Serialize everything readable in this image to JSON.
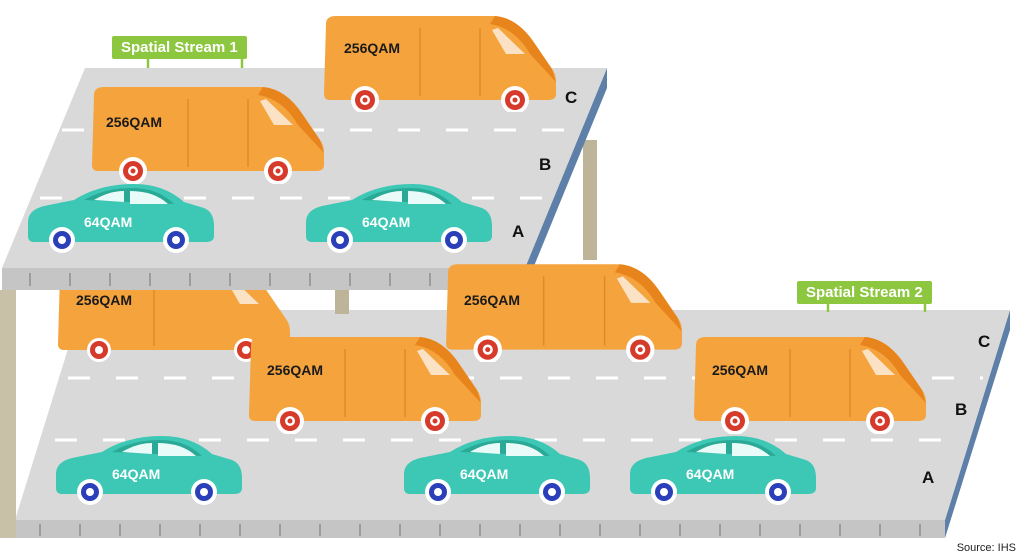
{
  "upper_deck": {
    "stream_label": "Spatial Stream 1",
    "lanes": {
      "c": "C",
      "b": "B",
      "a": "A"
    },
    "vehicles": [
      {
        "kind": "van",
        "label": "256QAM"
      },
      {
        "kind": "van",
        "label": "256QAM"
      },
      {
        "kind": "car",
        "label": "64QAM"
      },
      {
        "kind": "car",
        "label": "64QAM"
      }
    ]
  },
  "lower_deck": {
    "stream_label": "Spatial Stream 2",
    "lanes": {
      "c": "C",
      "b": "B",
      "a": "A"
    },
    "vehicles": [
      {
        "kind": "van",
        "label": "256QAM"
      },
      {
        "kind": "van",
        "label": "256QAM"
      },
      {
        "kind": "van",
        "label": "256QAM"
      },
      {
        "kind": "van",
        "label": "256QAM"
      },
      {
        "kind": "car",
        "label": "64QAM"
      },
      {
        "kind": "car",
        "label": "64QAM"
      },
      {
        "kind": "car",
        "label": "64QAM"
      }
    ]
  },
  "source": "Source: IHS",
  "colors": {
    "van": "#f5a33d",
    "car": "#3cc8b4",
    "road": "#d9d9d9",
    "label_green": "#8dc63f"
  }
}
